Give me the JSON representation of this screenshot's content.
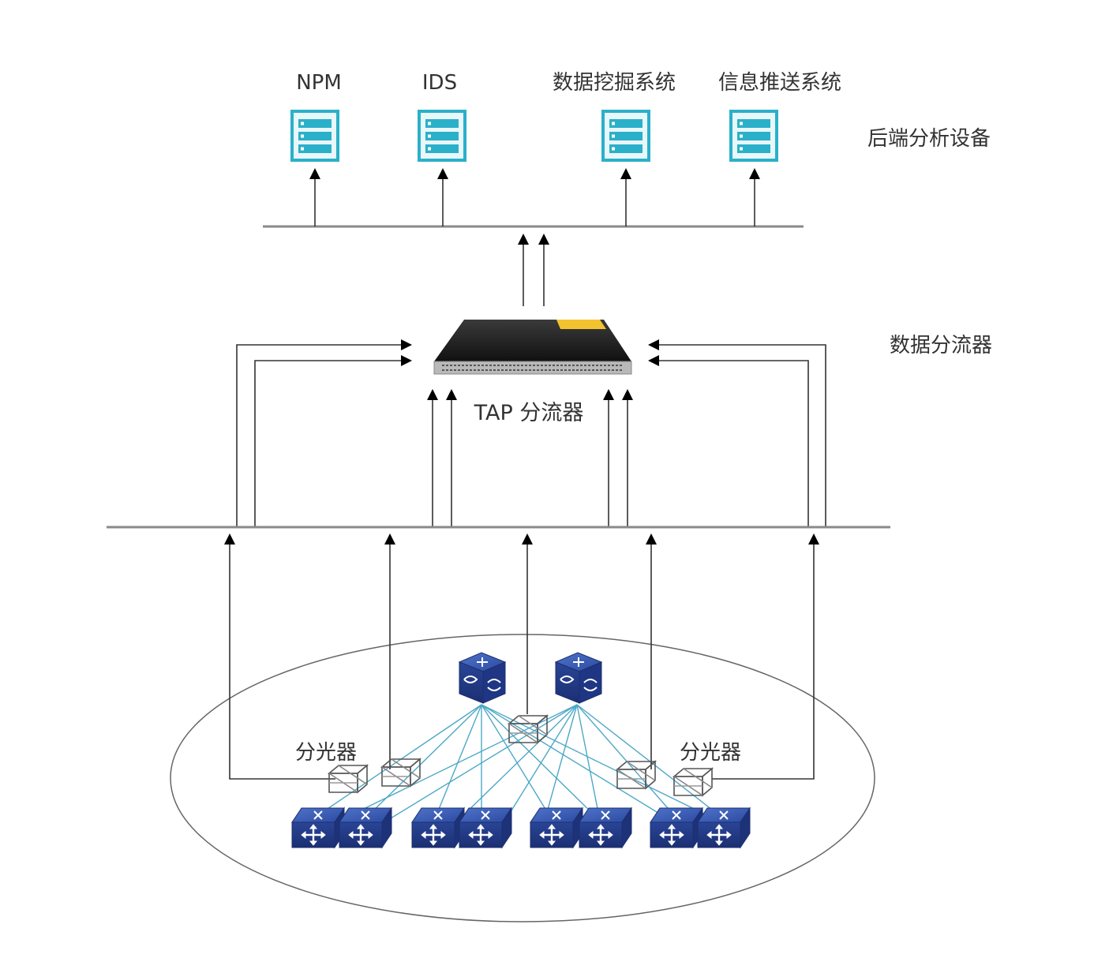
{
  "backend": {
    "layer_label": "后端分析设备",
    "tools": [
      {
        "label": "NPM",
        "icon": "server-rack-icon"
      },
      {
        "label": "IDS",
        "icon": "server-rack-icon"
      },
      {
        "label": "数据挖掘系统",
        "icon": "server-rack-icon"
      },
      {
        "label": "信息推送系统",
        "icon": "server-rack-icon"
      }
    ]
  },
  "aggregation": {
    "layer_label": "数据分流器",
    "device_label": "TAP 分流器",
    "device_icon": "network-packet-broker-icon"
  },
  "access": {
    "splitter_label_left": "分光器",
    "splitter_label_right": "分光器",
    "splitter_icon": "optical-splitter-icon",
    "switch_icon": "network-switch-icon"
  },
  "colors": {
    "server_icon": "#2bb0c9",
    "switch_blue": "#2d4fa8",
    "fiber_link": "#3a9fc0",
    "device_accent": "#f2c230"
  }
}
